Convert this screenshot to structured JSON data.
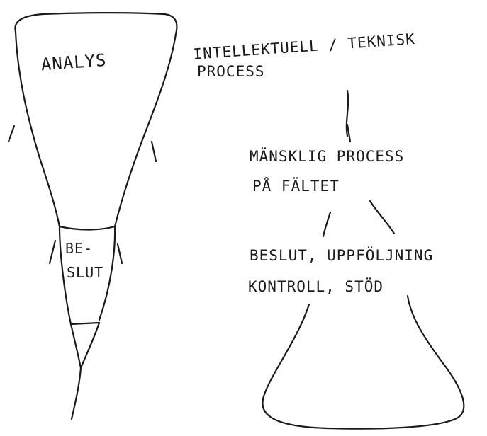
{
  "left_figure": {
    "top_label": "ANALYS",
    "mid_label_line1": "BE-",
    "mid_label_line2": "SLUT"
  },
  "right_figure": {
    "top_label_line1": "INTELLEKTUELL / TEKNISK",
    "top_label_line2": "PROCESS",
    "middle_label_line1": "MÄNSKLIG PROCESS",
    "middle_label_line2": "PÅ FÄLTET",
    "bottom_label_line1": "BESLUT, UPPFÖLJNING",
    "bottom_label_line2": "KONTROLL, STÖD"
  },
  "colors": {
    "ink": "#1a1a1a",
    "paper": "#ffffff"
  }
}
